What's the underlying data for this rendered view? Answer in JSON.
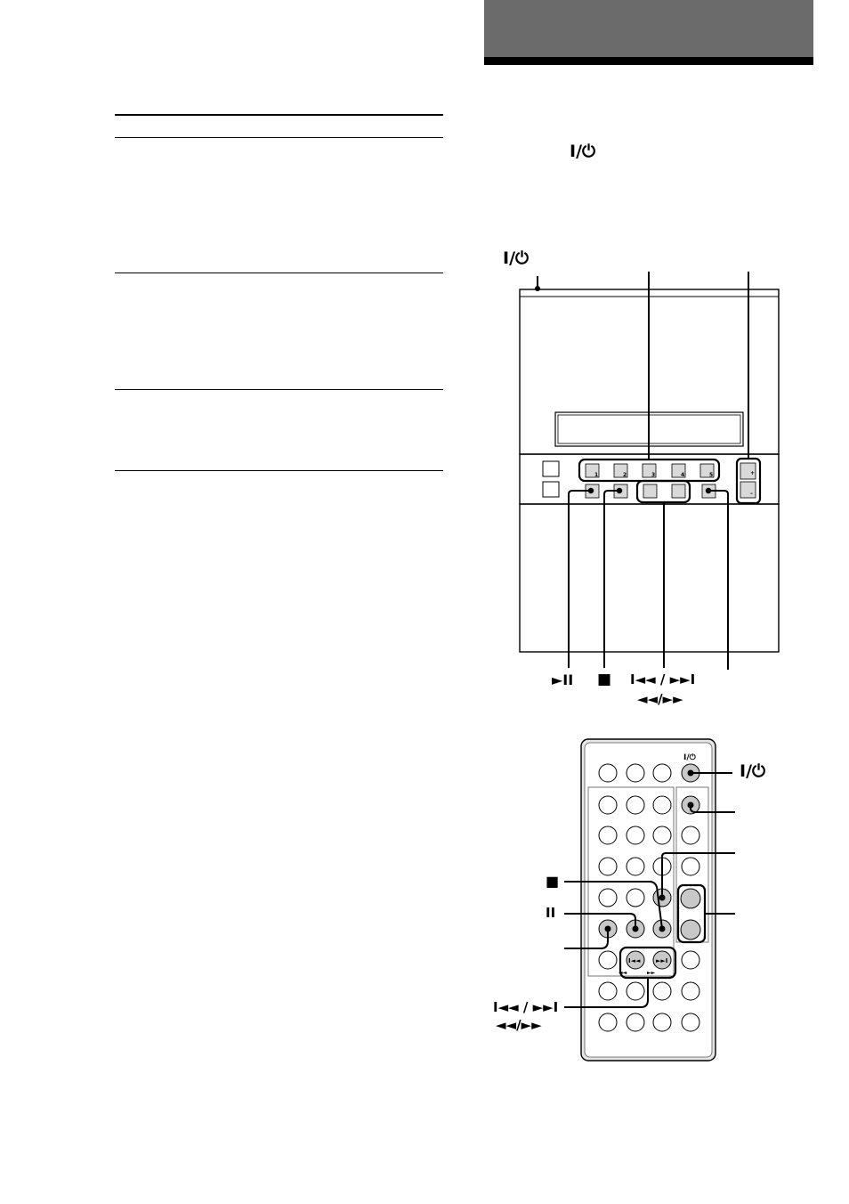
{
  "header": {
    "color": "#6b6b6b",
    "underline_color": "#000000"
  },
  "table": {
    "rows": 3
  },
  "text": {
    "power_symbol": "I/⏻"
  },
  "unit_diagram": {
    "power_label": "I/⏻",
    "preset_numbers": [
      "1",
      "2",
      "3",
      "4",
      "5"
    ],
    "volume_plus": "+",
    "volume_minus": "–",
    "play_pause_label": "►II",
    "stop_label": "■",
    "skip_label": "I◄◄ / ►►I",
    "seek_label": "◄◄/►►"
  },
  "remote_diagram": {
    "power_label": "I/⏻",
    "power_button_text": "I/⏻",
    "stop_label": "■",
    "pause_label": "II",
    "skip_label": "I◄◄ / ►►I",
    "seek_label": "◄◄/►►"
  }
}
